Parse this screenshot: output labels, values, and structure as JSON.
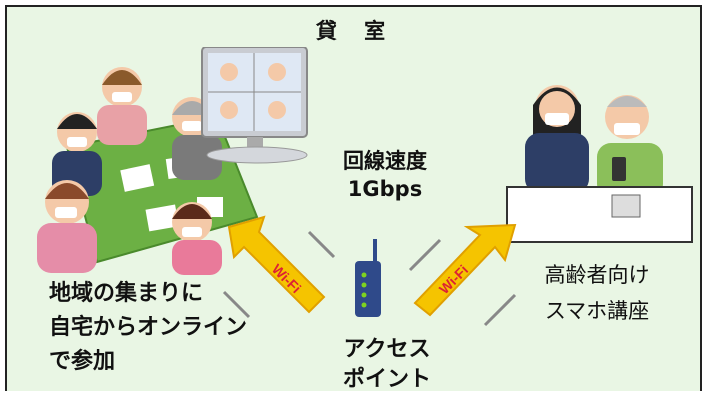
{
  "title": "貸 室",
  "line_speed": "回線速度\n1Gbps",
  "left_caption": "地域の集まりに\n自宅からオンライン\nで参加",
  "right_caption": "高齢者向け\nスマホ講座",
  "access_point_caption": "アクセス\nポイント",
  "wifi_label": "Wi-Fi",
  "colors": {
    "background": "#e9f6e4",
    "table_green": "#6cb044",
    "wifi_arrow": "#f5c400",
    "router_body": "#2f4a8a",
    "led": "#7ed321"
  }
}
